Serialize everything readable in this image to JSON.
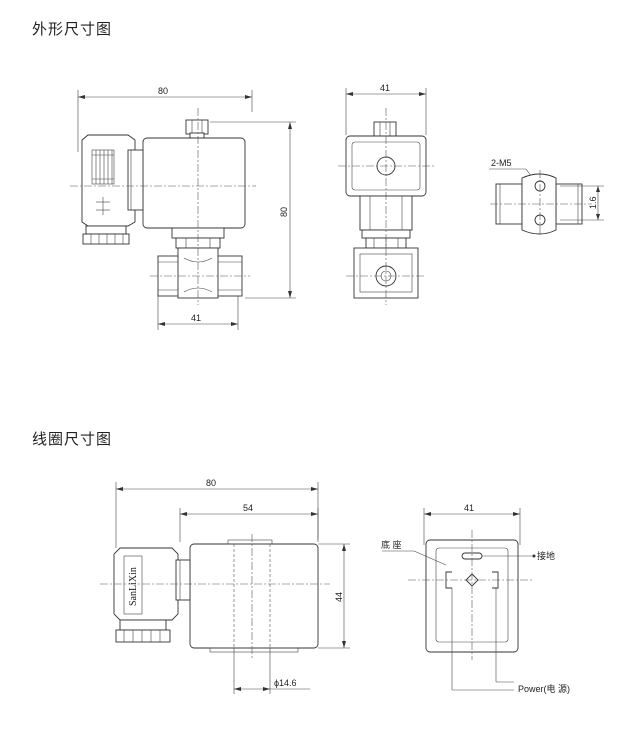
{
  "headings": {
    "outline_title": "外形尺寸图",
    "coil_title": "线圈尺寸图"
  },
  "dimensions": {
    "front_width": "80",
    "front_height": "80",
    "front_base": "41",
    "side_width": "41",
    "port_label": "2-M5",
    "port_spacing": "1.6",
    "coil_total": "80",
    "coil_body": "54",
    "coil_height": "44",
    "coil_bore": "ϕ14.6",
    "coil_end_width": "41"
  },
  "labels": {
    "base": "底 座",
    "ground": "接地",
    "power": "Power(电 源)",
    "brand": "SanLiXin"
  }
}
